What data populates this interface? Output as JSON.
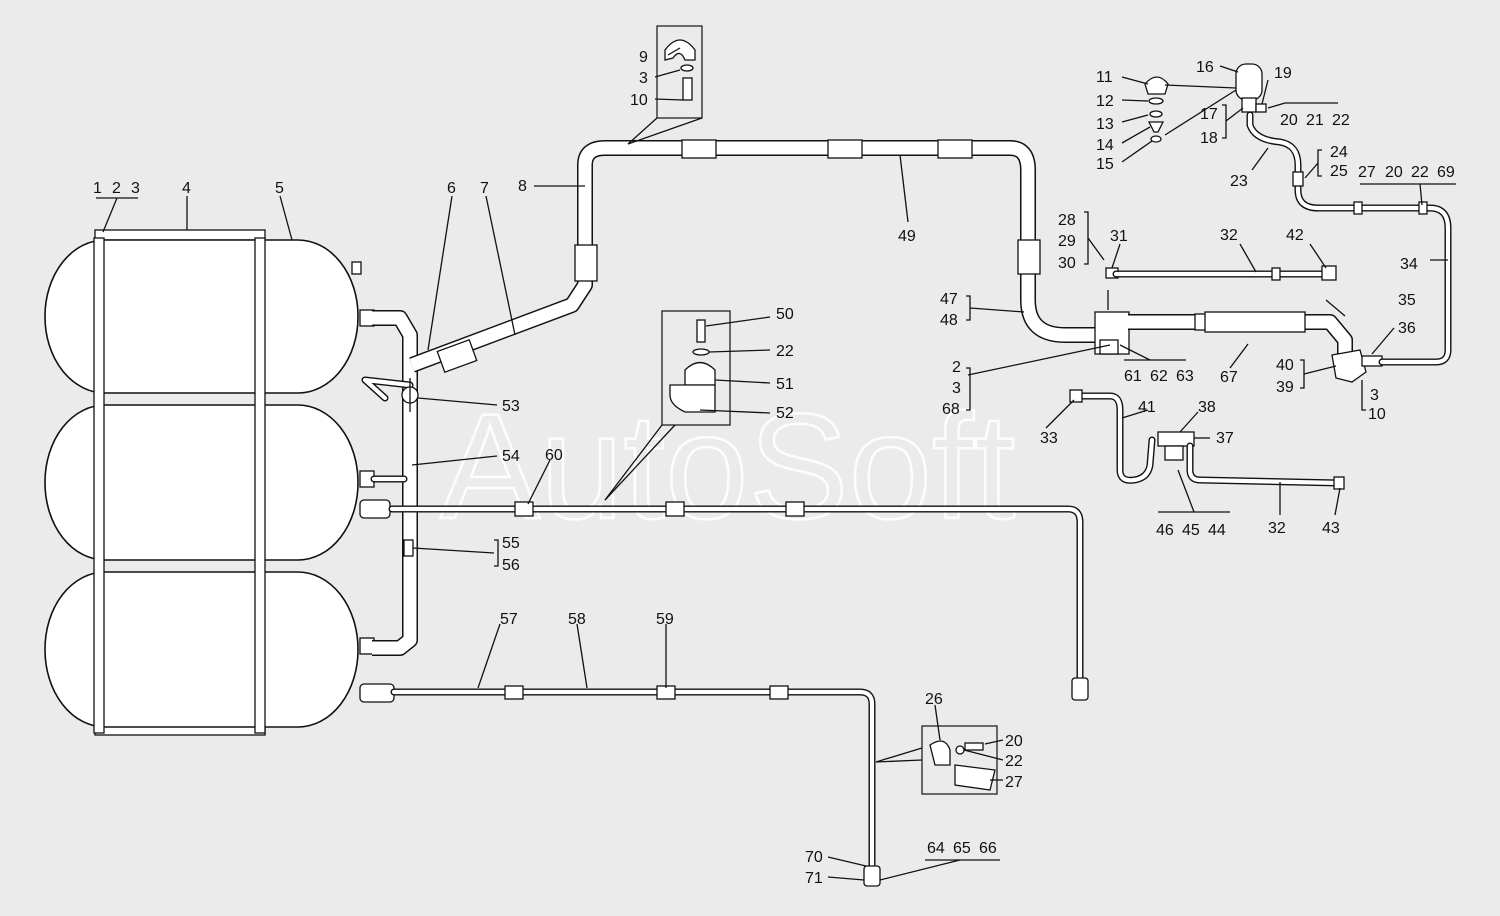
{
  "watermark": "AutoSoft",
  "callouts": [
    "1",
    "2",
    "3",
    "4",
    "5",
    "6",
    "7",
    "8",
    "9",
    "3",
    "10",
    "49",
    "11",
    "12",
    "13",
    "14",
    "15",
    "16",
    "19",
    "17",
    "18",
    "20",
    "21",
    "22",
    "23",
    "24",
    "25",
    "27",
    "20",
    "22",
    "69",
    "34",
    "28",
    "29",
    "30",
    "31",
    "32",
    "42",
    "47",
    "48",
    "35",
    "36",
    "67",
    "61",
    "62",
    "63",
    "40",
    "39",
    "3",
    "10",
    "2",
    "3",
    "68",
    "41",
    "38",
    "37",
    "33",
    "46",
    "45",
    "44",
    "32",
    "43",
    "50",
    "22",
    "51",
    "52",
    "53",
    "54",
    "60",
    "55",
    "56",
    "57",
    "58",
    "59",
    "26",
    "20",
    "22",
    "27",
    "70",
    "71",
    "64",
    "65",
    "66"
  ]
}
